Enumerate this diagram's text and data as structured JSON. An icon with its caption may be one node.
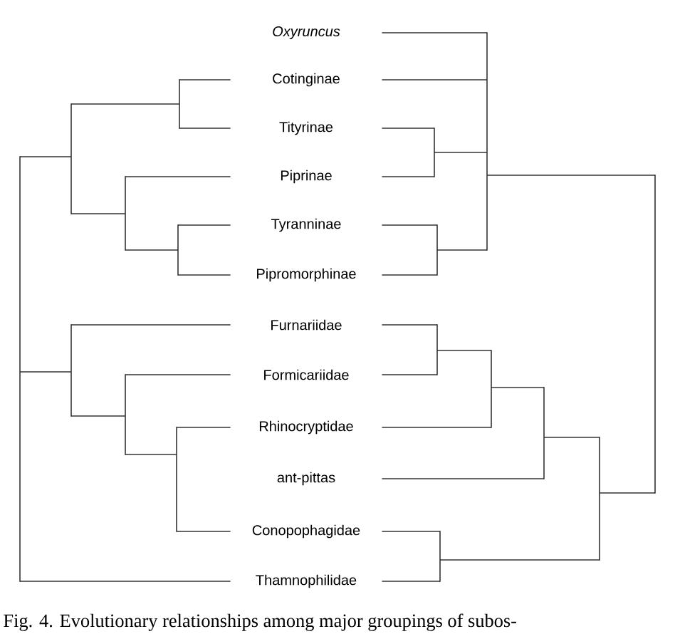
{
  "diagram": {
    "caption": "Fig. 4. Evolutionary relationships among major groupings of subos-",
    "nodes": [
      {
        "text": [
          "Oxyruncus"
        ]
      },
      {
        "text": [
          "Cotinginae"
        ]
      },
      {
        "text": [
          "Tityrinae"
        ]
      },
      {
        "text": [
          "Piprinae"
        ]
      },
      {
        "text": [
          "Tyranninae"
        ]
      },
      {
        "text": [
          "Pipromorphinae"
        ]
      },
      {
        "text": [
          "Furnariidae"
        ]
      },
      {
        "text": [
          "Formicariidae"
        ]
      },
      {
        "text": [
          "Rhinocryptidae"
        ]
      },
      {
        "text": [
          "ant-pittas"
        ]
      },
      {
        "text": [
          "Conopophagidae"
        ]
      },
      {
        "text": [
          "Thamnophilidae"
        ]
      },
      {
        "text": [],
        "shape": "bar"
      },
      {
        "text": [],
        "shape": "bar"
      },
      {
        "text": [],
        "shape": "bar"
      },
      {
        "text": [],
        "shape": "bar"
      },
      {
        "text": [],
        "shape": "bar"
      },
      {
        "text": [],
        "shape": "bar"
      },
      {
        "text": [],
        "shape": "bar"
      },
      {
        "text": [],
        "shape": "bar"
      },
      {
        "text": [],
        "shape": "bar"
      },
      {
        "text": [],
        "shape": "bar"
      },
      {
        "text": [],
        "shape": "bar"
      },
      {
        "text": [],
        "shape": "bar"
      },
      {
        "text": [],
        "shape": "bar"
      },
      {
        "text": [],
        "shape": "bar"
      },
      {
        "text": [],
        "shape": "bar"
      },
      {
        "text": [],
        "shape": "bar"
      },
      {
        "text": [],
        "shape": "bar"
      }
    ],
    "edges": [
      {
        "from": 12,
        "to": 1,
        "arrow": "none"
      },
      {
        "from": 12,
        "to": 2,
        "arrow": "none"
      },
      {
        "from": 13,
        "to": 4,
        "arrow": "none"
      },
      {
        "from": 13,
        "to": 5,
        "arrow": "none"
      },
      {
        "from": 14,
        "to": 3,
        "arrow": "none"
      },
      {
        "from": 14,
        "to": 13,
        "arrow": "none"
      },
      {
        "from": 15,
        "to": 12,
        "arrow": "none"
      },
      {
        "from": 15,
        "to": 14,
        "arrow": "none"
      },
      {
        "from": 16,
        "to": 8,
        "arrow": "none"
      },
      {
        "from": 16,
        "to": 10,
        "arrow": "none"
      },
      {
        "from": 17,
        "to": 7,
        "arrow": "none"
      },
      {
        "from": 17,
        "to": 16,
        "arrow": "none"
      },
      {
        "from": 18,
        "to": 6,
        "arrow": "none"
      },
      {
        "from": 18,
        "to": 17,
        "arrow": "none"
      },
      {
        "from": 19,
        "to": 15,
        "arrow": "none"
      },
      {
        "from": 19,
        "to": 18,
        "arrow": "none"
      },
      {
        "from": 19,
        "to": 11,
        "arrow": "none"
      },
      {
        "from": 20,
        "to": 2,
        "arrow": "none"
      },
      {
        "from": 20,
        "to": 3,
        "arrow": "none"
      },
      {
        "from": 21,
        "to": 4,
        "arrow": "none"
      },
      {
        "from": 21,
        "to": 5,
        "arrow": "none"
      },
      {
        "from": 22,
        "to": 0,
        "arrow": "none"
      },
      {
        "from": 22,
        "to": 1,
        "arrow": "none"
      },
      {
        "from": 22,
        "to": 20,
        "arrow": "none"
      },
      {
        "from": 22,
        "to": 21,
        "arrow": "none"
      },
      {
        "from": 23,
        "to": 6,
        "arrow": "none"
      },
      {
        "from": 23,
        "to": 7,
        "arrow": "none"
      },
      {
        "from": 24,
        "to": 23,
        "arrow": "none"
      },
      {
        "from": 24,
        "to": 8,
        "arrow": "none"
      },
      {
        "from": 25,
        "to": 24,
        "arrow": "none"
      },
      {
        "from": 25,
        "to": 9,
        "arrow": "none"
      },
      {
        "from": 26,
        "to": 10,
        "arrow": "none"
      },
      {
        "from": 26,
        "to": 11,
        "arrow": "none"
      },
      {
        "from": 27,
        "to": 25,
        "arrow": "none"
      },
      {
        "from": 27,
        "to": 26,
        "arrow": "none"
      },
      {
        "from": 28,
        "to": 22,
        "arrow": "none"
      },
      {
        "from": 28,
        "to": 27,
        "arrow": "none"
      }
    ]
  }
}
